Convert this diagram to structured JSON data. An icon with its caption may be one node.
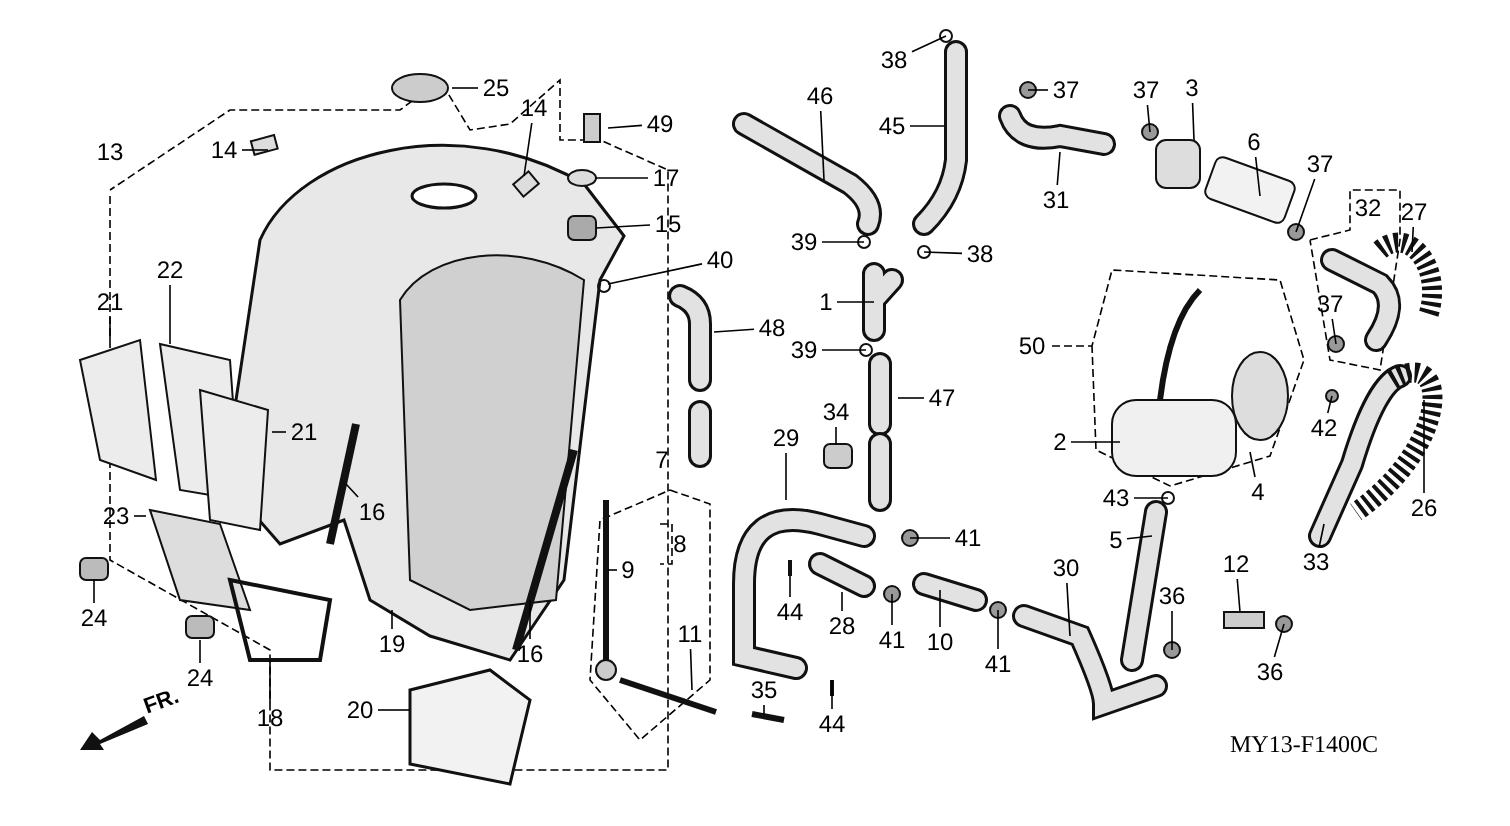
{
  "diagram": {
    "nodes": [
      {
        "text": [
          "25"
        ]
      },
      {
        "text": [
          "14"
        ]
      },
      {
        "text": [
          "14"
        ]
      },
      {
        "text": [
          "13"
        ]
      },
      {
        "text": [
          "49"
        ]
      },
      {
        "text": [
          "17"
        ]
      },
      {
        "text": [
          "15"
        ]
      },
      {
        "text": [
          "40"
        ]
      },
      {
        "text": [
          "38"
        ]
      },
      {
        "text": [
          "46"
        ]
      },
      {
        "text": [
          "45"
        ]
      },
      {
        "text": [
          "37"
        ]
      },
      {
        "text": [
          "37"
        ]
      },
      {
        "text": [
          "3"
        ]
      },
      {
        "text": [
          "6"
        ]
      },
      {
        "text": [
          "37"
        ]
      },
      {
        "text": [
          "32"
        ]
      },
      {
        "text": [
          "27"
        ]
      },
      {
        "text": [
          "31"
        ]
      },
      {
        "text": [
          "39"
        ]
      },
      {
        "text": [
          "38"
        ]
      },
      {
        "text": [
          "48"
        ]
      },
      {
        "text": [
          "1"
        ]
      },
      {
        "text": [
          "22"
        ]
      },
      {
        "text": [
          "21"
        ]
      },
      {
        "text": [
          "39"
        ]
      },
      {
        "text": [
          "50"
        ]
      },
      {
        "text": [
          "37"
        ]
      },
      {
        "text": [
          "47"
        ]
      },
      {
        "text": [
          "34"
        ]
      },
      {
        "text": [
          "21"
        ]
      },
      {
        "text": [
          "42"
        ]
      },
      {
        "text": [
          "29"
        ]
      },
      {
        "text": [
          "2"
        ]
      },
      {
        "text": [
          "7"
        ]
      },
      {
        "text": [
          "43"
        ]
      },
      {
        "text": [
          "4"
        ]
      },
      {
        "text": [
          "16"
        ]
      },
      {
        "text": [
          "26"
        ]
      },
      {
        "text": [
          "23"
        ]
      },
      {
        "text": [
          "41"
        ]
      },
      {
        "text": [
          "8"
        ]
      },
      {
        "text": [
          "33"
        ]
      },
      {
        "text": [
          "5"
        ]
      },
      {
        "text": [
          "30"
        ]
      },
      {
        "text": [
          "12"
        ]
      },
      {
        "text": [
          "9"
        ]
      },
      {
        "text": [
          "36"
        ]
      },
      {
        "text": [
          "24"
        ]
      },
      {
        "text": [
          "19"
        ]
      },
      {
        "text": [
          "44"
        ]
      },
      {
        "text": [
          "28"
        ]
      },
      {
        "text": [
          "41"
        ]
      },
      {
        "text": [
          "10"
        ]
      },
      {
        "text": [
          "11"
        ]
      },
      {
        "text": [
          "16"
        ]
      },
      {
        "text": [
          "41"
        ]
      },
      {
        "text": [
          "36"
        ]
      },
      {
        "text": [
          "24"
        ]
      },
      {
        "text": [
          "35"
        ]
      },
      {
        "text": [
          "20"
        ]
      },
      {
        "text": [
          "18"
        ]
      },
      {
        "text": [
          "44"
        ]
      }
    ],
    "edges": [
      {
        "from": 0,
        "to": null,
        "arrow": "none"
      },
      {
        "from": 1,
        "to": null,
        "arrow": "none"
      },
      {
        "from": 2,
        "to": null,
        "arrow": "none"
      },
      {
        "from": 4,
        "to": null,
        "arrow": "none"
      },
      {
        "from": 5,
        "to": null,
        "arrow": "none"
      },
      {
        "from": 6,
        "to": null,
        "arrow": "none"
      },
      {
        "from": 7,
        "to": null,
        "arrow": "none"
      },
      {
        "from": 8,
        "to": null,
        "arrow": "none"
      },
      {
        "from": 9,
        "to": null,
        "arrow": "none"
      },
      {
        "from": 10,
        "to": null,
        "arrow": "none"
      },
      {
        "from": 11,
        "to": null,
        "arrow": "none"
      },
      {
        "from": 12,
        "to": null,
        "arrow": "none"
      },
      {
        "from": 13,
        "to": null,
        "arrow": "none"
      },
      {
        "from": 14,
        "to": null,
        "arrow": "none"
      },
      {
        "from": 15,
        "to": null,
        "arrow": "none"
      },
      {
        "from": 17,
        "to": null,
        "arrow": "none"
      },
      {
        "from": 18,
        "to": null,
        "arrow": "none"
      },
      {
        "from": 19,
        "to": null,
        "arrow": "none"
      },
      {
        "from": 20,
        "to": null,
        "arrow": "none"
      },
      {
        "from": 21,
        "to": null,
        "arrow": "none"
      },
      {
        "from": 22,
        "to": null,
        "arrow": "none"
      },
      {
        "from": 23,
        "to": null,
        "arrow": "none"
      },
      {
        "from": 24,
        "to": null,
        "arrow": "none"
      },
      {
        "from": 25,
        "to": null,
        "arrow": "none"
      },
      {
        "from": 27,
        "to": null,
        "arrow": "none"
      },
      {
        "from": 28,
        "to": null,
        "arrow": "none"
      },
      {
        "from": 29,
        "to": null,
        "arrow": "none"
      },
      {
        "from": 30,
        "to": null,
        "arrow": "none"
      },
      {
        "from": 31,
        "to": null,
        "arrow": "none"
      },
      {
        "from": 32,
        "to": null,
        "arrow": "none"
      },
      {
        "from": 33,
        "to": null,
        "arrow": "none"
      },
      {
        "from": 35,
        "to": null,
        "arrow": "none"
      },
      {
        "from": 36,
        "to": null,
        "arrow": "none"
      },
      {
        "from": 37,
        "to": null,
        "arrow": "none"
      },
      {
        "from": 38,
        "to": null,
        "arrow": "none"
      },
      {
        "from": 39,
        "to": null,
        "arrow": "none"
      },
      {
        "from": 40,
        "to": null,
        "arrow": "none"
      },
      {
        "from": 42,
        "to": null,
        "arrow": "none"
      },
      {
        "from": 43,
        "to": null,
        "arrow": "none"
      },
      {
        "from": 44,
        "to": null,
        "arrow": "none"
      },
      {
        "from": 45,
        "to": null,
        "arrow": "none"
      },
      {
        "from": 46,
        "to": null,
        "arrow": "none"
      },
      {
        "from": 47,
        "to": null,
        "arrow": "none"
      },
      {
        "from": 48,
        "to": null,
        "arrow": "none"
      },
      {
        "from": 49,
        "to": null,
        "arrow": "none"
      },
      {
        "from": 50,
        "to": null,
        "arrow": "none"
      },
      {
        "from": 51,
        "to": null,
        "arrow": "none"
      },
      {
        "from": 52,
        "to": null,
        "arrow": "none"
      },
      {
        "from": 53,
        "to": null,
        "arrow": "none"
      },
      {
        "from": 54,
        "to": null,
        "arrow": "none"
      },
      {
        "from": 55,
        "to": null,
        "arrow": "none"
      },
      {
        "from": 56,
        "to": null,
        "arrow": "none"
      },
      {
        "from": 57,
        "to": null,
        "arrow": "none"
      },
      {
        "from": 58,
        "to": null,
        "arrow": "none"
      },
      {
        "from": 59,
        "to": null,
        "arrow": "none"
      },
      {
        "from": 60,
        "to": null,
        "arrow": "none"
      },
      {
        "from": 61,
        "to": null,
        "arrow": "none"
      },
      {
        "from": 62,
        "to": null,
        "arrow": "none"
      }
    ],
    "labels": [
      "FR.",
      "MY13-F1400C"
    ]
  }
}
